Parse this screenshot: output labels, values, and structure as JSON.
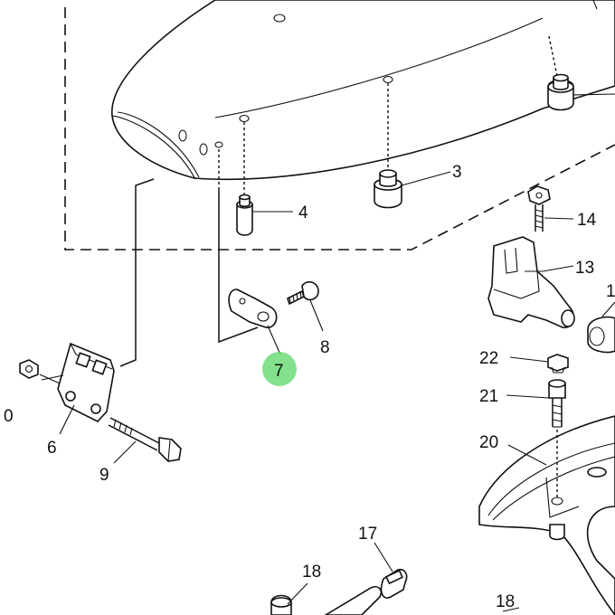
{
  "callouts": {
    "c0": "0",
    "c3": "3",
    "c4": "4",
    "c6": "6",
    "c7": "7",
    "c8": "8",
    "c9": "9",
    "c1": "1",
    "c13": "13",
    "c14": "14",
    "c17": "17",
    "c18a": "18",
    "c18b": "18",
    "c20": "20",
    "c21": "21",
    "c22": "22"
  },
  "highlight": {
    "callout": "7",
    "color": "#6ddc7a"
  },
  "colors": {
    "line": "#111111",
    "background": "#ffffff"
  }
}
